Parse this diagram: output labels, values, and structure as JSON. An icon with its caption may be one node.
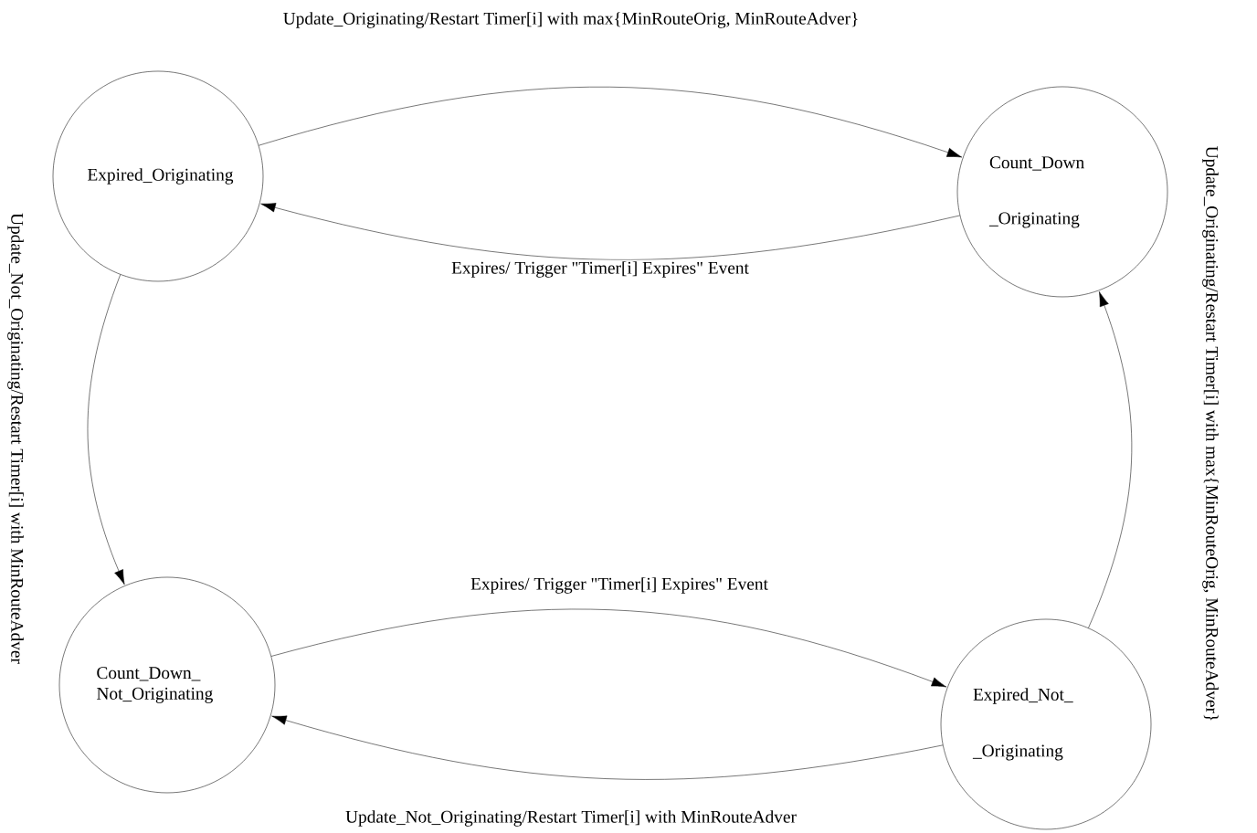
{
  "diagram": {
    "nodes": [
      {
        "text": [
          "Expired_Originating"
        ]
      },
      {
        "text": [
          "Count_Down",
          "_Originating"
        ]
      },
      {
        "text": [
          "Count_Down_ Not_Originating"
        ]
      },
      {
        "text": [
          "Expired_Not_",
          "_Originating"
        ]
      }
    ],
    "edges": [
      {
        "from": 0,
        "to": 1,
        "arrow": "to",
        "label": "Update_Originating/Restart Timer[i] with max{MinRouteOrig, MinRouteAdver}"
      },
      {
        "from": 1,
        "to": 0,
        "arrow": "to",
        "label": "Expires/ Trigger \"Timer[i] Expires\" Event"
      },
      {
        "from": 0,
        "to": 2,
        "arrow": "to",
        "label": "Update_Not_Originating/Restart Timer[i] with MinRouteAdver"
      },
      {
        "from": 2,
        "to": 3,
        "arrow": "to",
        "label": "Expires/ Trigger \"Timer[i] Expires\" Event"
      },
      {
        "from": 3,
        "to": 2,
        "arrow": "to",
        "label": "Update_Not_Originating/Restart Timer[i] with MinRouteAdver"
      },
      {
        "from": 3,
        "to": 1,
        "arrow": "to",
        "label": "Update_Originating/Restart Timer[i] with max{MinRouteOrig, MinRouteAdver}"
      }
    ]
  }
}
